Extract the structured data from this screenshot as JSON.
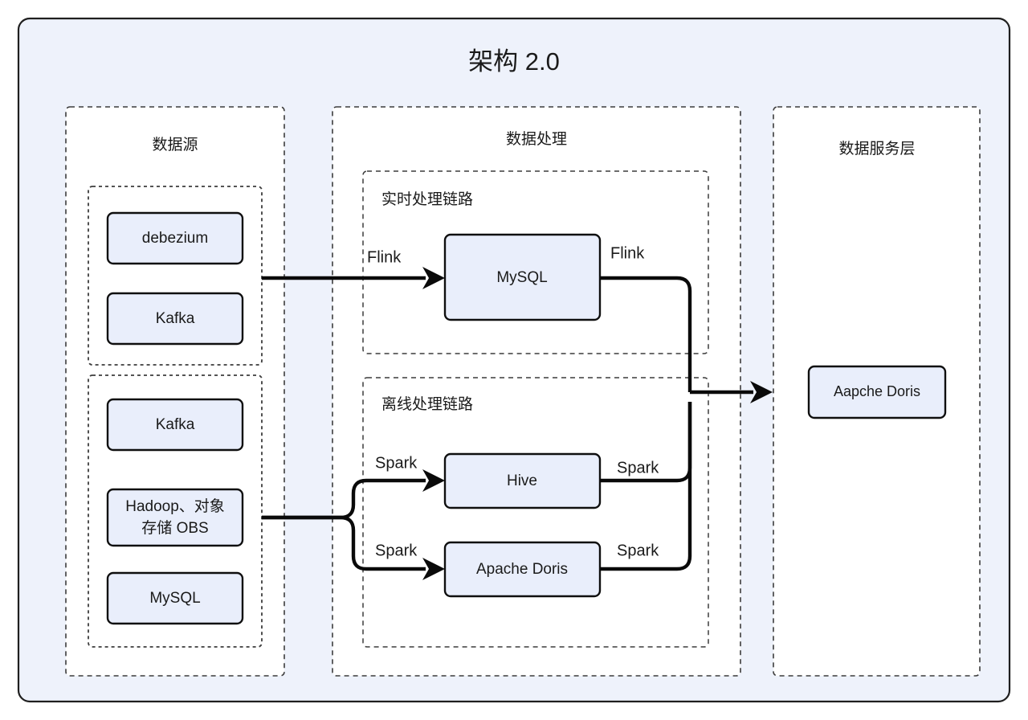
{
  "diagram": {
    "title": "架构 2.0",
    "colors": {
      "canvas_background": "#ffffff",
      "frame_fill": "#eef2fb",
      "column_fill": "#ffffff",
      "node_fill": "#e9eefb",
      "stroke": "#0f0f0f",
      "dashed_stroke": "#3c3c3c",
      "text": "#1a1a1a"
    },
    "columns": [
      {
        "id": "data-source",
        "title": "数据源",
        "groups": [
          {
            "id": "source-group-realtime",
            "nodes": [
              {
                "id": "debezium",
                "label": "debezium"
              },
              {
                "id": "kafka-rt",
                "label": "Kafka"
              }
            ]
          },
          {
            "id": "source-group-offline",
            "nodes": [
              {
                "id": "kafka-offline",
                "label": "Kafka"
              },
              {
                "id": "hadoop-obs",
                "label": "Hadoop、对象\n存储 OBS",
                "line1": "Hadoop、对象",
                "line2": "存储 OBS"
              },
              {
                "id": "mysql-source",
                "label": "MySQL"
              }
            ]
          }
        ]
      },
      {
        "id": "data-processing",
        "title": "数据处理",
        "groups": [
          {
            "id": "realtime-pipeline",
            "title": "实时处理链路",
            "nodes": [
              {
                "id": "mysql-processing",
                "label": "MySQL"
              }
            ]
          },
          {
            "id": "offline-pipeline",
            "title": "离线处理链路",
            "nodes": [
              {
                "id": "hive",
                "label": "Hive"
              },
              {
                "id": "apache-doris-processing",
                "label": "Apache Doris"
              }
            ]
          }
        ]
      },
      {
        "id": "data-service",
        "title": "数据服务层",
        "groups": [
          {
            "id": "service-nodes",
            "nodes": [
              {
                "id": "aapche-doris",
                "label": "Aapche Doris"
              }
            ]
          }
        ]
      }
    ],
    "edges": [
      {
        "id": "edge-source-to-mysql",
        "label": "Flink",
        "from": "source-group-realtime",
        "to": "mysql-processing"
      },
      {
        "id": "edge-mysql-to-service",
        "label": "Flink",
        "from": "mysql-processing",
        "to": "aapche-doris"
      },
      {
        "id": "edge-source-to-hive",
        "label": "Spark",
        "from": "hadoop-obs",
        "to": "hive"
      },
      {
        "id": "edge-source-to-doris",
        "label": "Spark",
        "from": "hadoop-obs",
        "to": "apache-doris-processing"
      },
      {
        "id": "edge-hive-to-service",
        "label": "Spark",
        "from": "hive",
        "to": "aapche-doris"
      },
      {
        "id": "edge-doris-to-service",
        "label": "Spark",
        "from": "apache-doris-processing",
        "to": "aapche-doris"
      }
    ]
  }
}
